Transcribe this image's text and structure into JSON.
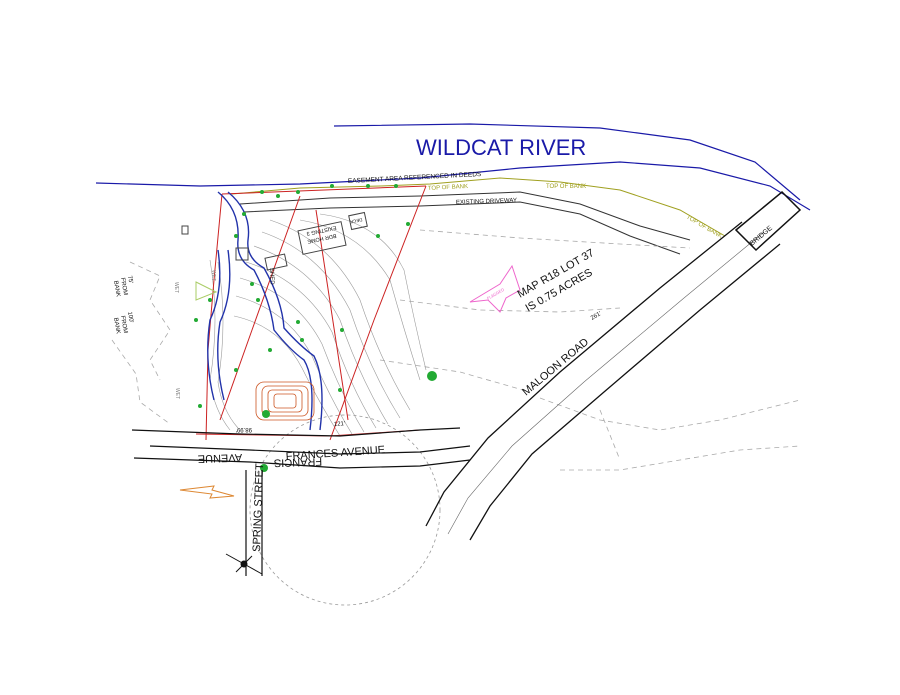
{
  "labels": {
    "river": "WILDCAT RIVER",
    "easement": "EASEMENT AREA REFERENCED IN DEEDS",
    "top_of_bank_1": "TOP OF BANK",
    "top_of_bank_2": "TOP OF BANK",
    "top_of_bank_3": "TOP OF BANK",
    "existing_driveway": "EXISTING DRIVEWAY",
    "bridge": "BRIDGE",
    "lot_line1": "MAP R18 LOT 37",
    "lot_line2": "IS 0.75 ACRES",
    "maloon_road": "MALOON ROAD",
    "frances_avenue": "FRANCES AVENUE",
    "avenue_mirrored": "AVENUE",
    "francis_mirrored": "FRANCIS",
    "spring_street": "SPRING STREET",
    "shed": "SHED",
    "existing_home_1": "EXISTING 3",
    "existing_home_2": "BDR HOME",
    "deck": "DECK",
    "from_bank_75_a": "75'",
    "from_bank_75_b": "FROM",
    "from_bank_75_c": "BANK",
    "from_bank_100_a": "100'",
    "from_bank_100_b": "FROM",
    "from_bank_100_c": "BANK",
    "wet_1": "WET",
    "wet_2": "WET",
    "wet_3": "WET",
    "dim_1": "98.99'",
    "dim_2": "261'",
    "dim_3": "121'"
  },
  "colors": {
    "river": "#1a1aa8",
    "property_line": "#cc2222",
    "stream": "#2233aa",
    "top_of_bank": "#a0a020",
    "road": "#111111",
    "contour": "#9a9a9a",
    "wetland_flag": "#ee66cc",
    "tree": "#22aa33"
  }
}
